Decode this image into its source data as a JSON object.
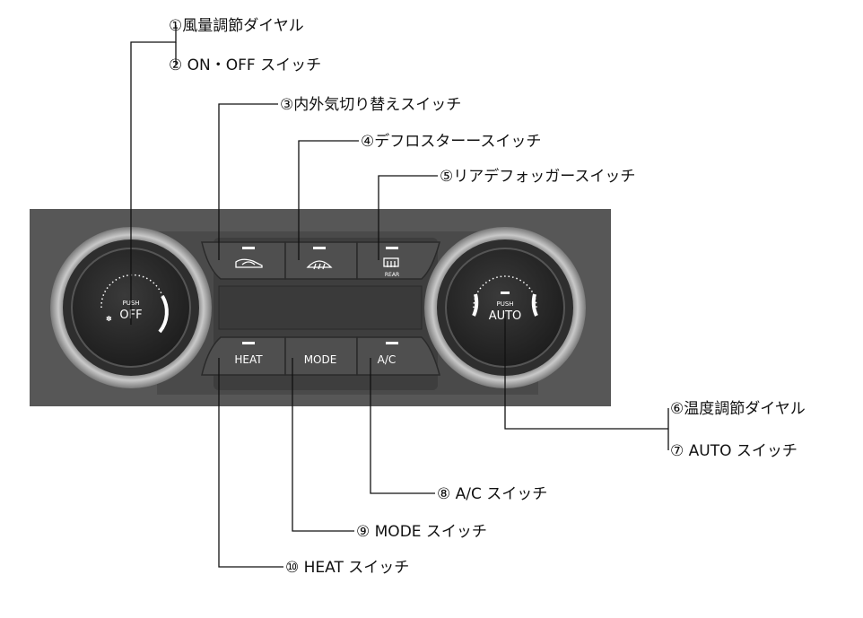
{
  "callouts": {
    "c1": "①風量調節ダイヤル",
    "c2": "② ON・OFF スイッチ",
    "c3": "③内外気切り替えスイッチ",
    "c4": "④デフロスターースイッチ",
    "c5": "⑤リアデフォッガースイッチ",
    "c6": "⑥温度調節ダイヤル",
    "c7": "⑦ AUTO スイッチ",
    "c8": "⑧ A/C スイッチ",
    "c9": "⑨ MODE スイッチ",
    "c10": "⑩ HEAT スイッチ"
  },
  "panel": {
    "left_knob": {
      "push": "PUSH",
      "label": "OFF"
    },
    "right_knob": {
      "push": "PUSH",
      "label": "AUTO"
    },
    "buttons": {
      "rear": "REAR",
      "heat": "HEAT",
      "mode": "MODE",
      "ac": "A/C"
    }
  },
  "colors": {
    "panel": "#555555",
    "panel_dark": "#3a3a3a",
    "ring": "#9a9a9a",
    "knob": "#2a2a2a"
  }
}
